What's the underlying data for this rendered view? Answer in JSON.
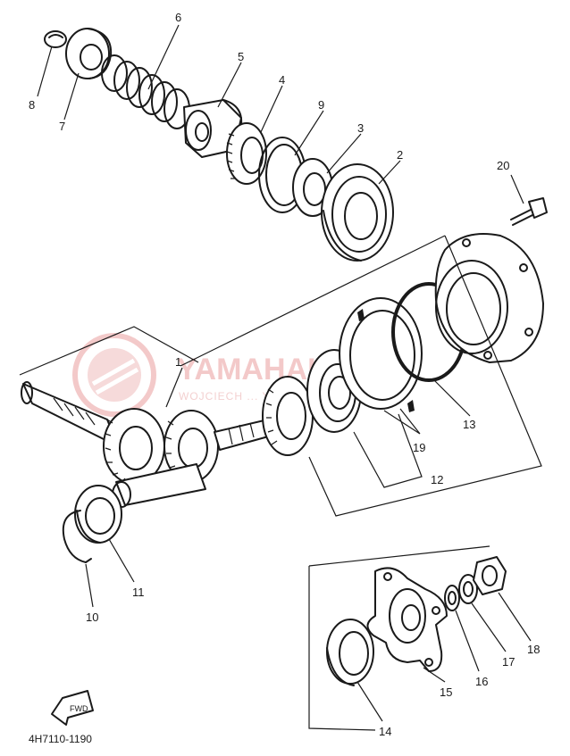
{
  "watermark": {
    "brand": "YAMAHALEP.PL",
    "subtitle": "WOJCIECH ... YAMAHA"
  },
  "drawing_code": "4H7110-1190",
  "direction_badge": "FWD",
  "callouts": [
    "1",
    "2",
    "3",
    "4",
    "5",
    "6",
    "7",
    "8",
    "9",
    "10",
    "11",
    "12",
    "13",
    "14",
    "15",
    "16",
    "17",
    "18",
    "19",
    "20"
  ]
}
